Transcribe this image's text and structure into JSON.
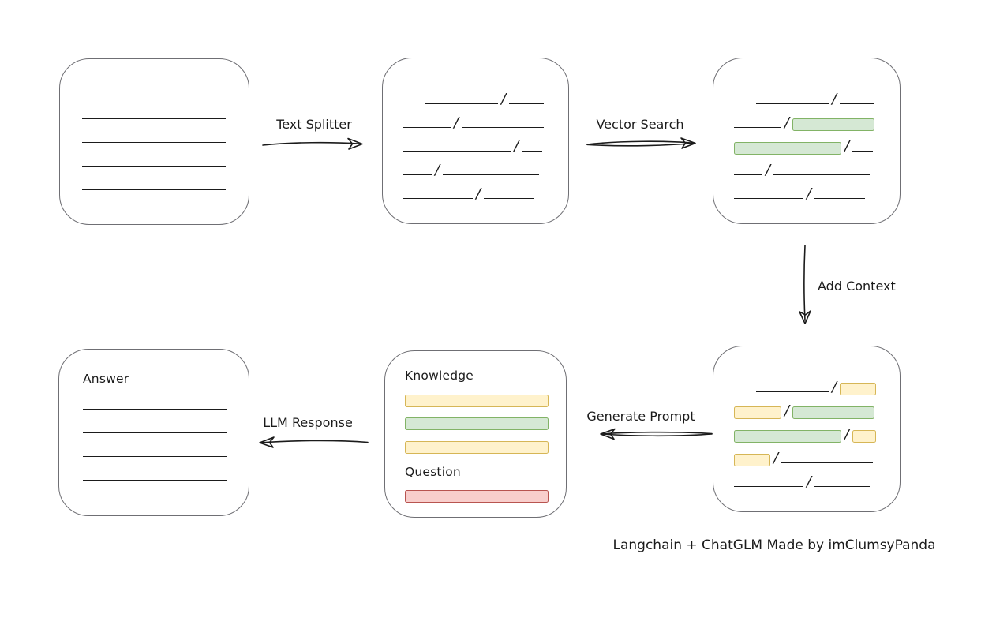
{
  "colors": {
    "ink": "#1b1b1b",
    "box-border": "#6f6f74",
    "green-fill": "#d5e8d4",
    "green-stroke": "#82b366",
    "yellow-fill": "#fff2cc",
    "yellow-stroke": "#d6b656",
    "red-fill": "#f8cecc",
    "red-stroke": "#b85450"
  },
  "labels": {
    "text_splitter": "Text Splitter",
    "vector_search": "Vector Search",
    "add_context": "Add Context",
    "generate_prompt": "Generate Prompt",
    "llm_response": "LLM Response",
    "caption": "Langchain + ChatGLM Made by imClumsyPanda"
  },
  "boxes": {
    "document": {
      "rows": [
        {
          "segs": [
            {
              "t": "gap",
              "w": 31
            },
            {
              "t": "line",
              "w": 151
            }
          ]
        },
        {
          "segs": [
            {
              "t": "line",
              "w": 182
            }
          ]
        },
        {
          "segs": [
            {
              "t": "line",
              "w": 182
            }
          ]
        },
        {
          "segs": [
            {
              "t": "line",
              "w": 182
            }
          ]
        },
        {
          "segs": [
            {
              "t": "line",
              "w": 182
            }
          ]
        }
      ]
    },
    "split_text": {
      "rows": [
        {
          "segs": [
            {
              "t": "gap",
              "w": 28
            },
            {
              "t": "line",
              "w": 92
            },
            {
              "t": "slash"
            },
            {
              "t": "line",
              "w": 44
            }
          ]
        },
        {
          "segs": [
            {
              "t": "line",
              "w": 60
            },
            {
              "t": "slash"
            },
            {
              "t": "line",
              "w": 104
            }
          ]
        },
        {
          "segs": [
            {
              "t": "line",
              "w": 136
            },
            {
              "t": "slash"
            },
            {
              "t": "line",
              "w": 26
            }
          ]
        },
        {
          "segs": [
            {
              "t": "line",
              "w": 36
            },
            {
              "t": "slash"
            },
            {
              "t": "line",
              "w": 122
            }
          ]
        },
        {
          "segs": [
            {
              "t": "line",
              "w": 88
            },
            {
              "t": "slash"
            },
            {
              "t": "line",
              "w": 64
            }
          ]
        }
      ]
    },
    "vector_matched": {
      "rows": [
        {
          "segs": [
            {
              "t": "gap",
              "w": 28
            },
            {
              "t": "line",
              "w": 92
            },
            {
              "t": "slash"
            },
            {
              "t": "line",
              "w": 44
            }
          ]
        },
        {
          "segs": [
            {
              "t": "line",
              "w": 60
            },
            {
              "t": "slash"
            },
            {
              "t": "chip",
              "c": "green",
              "w": 104
            }
          ]
        },
        {
          "segs": [
            {
              "t": "chip",
              "c": "green",
              "w": 136
            },
            {
              "t": "slash"
            },
            {
              "t": "line",
              "w": 26
            }
          ]
        },
        {
          "segs": [
            {
              "t": "line",
              "w": 36
            },
            {
              "t": "slash"
            },
            {
              "t": "line",
              "w": 122
            }
          ]
        },
        {
          "segs": [
            {
              "t": "line",
              "w": 88
            },
            {
              "t": "slash"
            },
            {
              "t": "line",
              "w": 64
            }
          ]
        }
      ]
    },
    "context": {
      "rows": [
        {
          "segs": [
            {
              "t": "gap",
              "w": 28
            },
            {
              "t": "line",
              "w": 92
            },
            {
              "t": "slash"
            },
            {
              "t": "chip",
              "c": "yellow",
              "w": 46
            }
          ]
        },
        {
          "segs": [
            {
              "t": "chip",
              "c": "yellow",
              "w": 60
            },
            {
              "t": "slash"
            },
            {
              "t": "chip",
              "c": "green",
              "w": 104
            }
          ]
        },
        {
          "segs": [
            {
              "t": "chip",
              "c": "green",
              "w": 136
            },
            {
              "t": "slash"
            },
            {
              "t": "chip",
              "c": "yellow",
              "w": 30
            }
          ]
        },
        {
          "segs": [
            {
              "t": "chip",
              "c": "yellow",
              "w": 46
            },
            {
              "t": "slash"
            },
            {
              "t": "line",
              "w": 116
            }
          ]
        },
        {
          "segs": [
            {
              "t": "line",
              "w": 88
            },
            {
              "t": "slash"
            },
            {
              "t": "line",
              "w": 70
            }
          ]
        }
      ]
    },
    "prompt": {
      "rows": [
        {
          "h": 34,
          "segs": [
            {
              "t": "text",
              "text": "Knowledge"
            }
          ]
        },
        {
          "h": 29,
          "segs": [
            {
              "t": "chip",
              "c": "yellow",
              "w": 182
            }
          ]
        },
        {
          "h": 29,
          "segs": [
            {
              "t": "chip",
              "c": "green",
              "w": 182
            }
          ]
        },
        {
          "h": 31,
          "segs": [
            {
              "t": "chip",
              "c": "yellow",
              "w": 182
            }
          ]
        },
        {
          "h": 32,
          "segs": [
            {
              "t": "text",
              "text": "Question"
            }
          ]
        },
        {
          "h": 30,
          "segs": [
            {
              "t": "chip",
              "c": "red",
              "w": 182
            }
          ]
        }
      ]
    },
    "answer": {
      "rows": [
        {
          "h": 46,
          "segs": [
            {
              "t": "text",
              "text": "Answer"
            }
          ]
        },
        {
          "h": 30,
          "segs": [
            {
              "t": "line",
              "w": 182
            }
          ]
        },
        {
          "h": 30,
          "segs": [
            {
              "t": "line",
              "w": 182
            }
          ]
        },
        {
          "h": 30,
          "segs": [
            {
              "t": "line",
              "w": 182
            }
          ]
        },
        {
          "h": 30,
          "segs": [
            {
              "t": "line",
              "w": 182
            }
          ]
        }
      ]
    }
  }
}
